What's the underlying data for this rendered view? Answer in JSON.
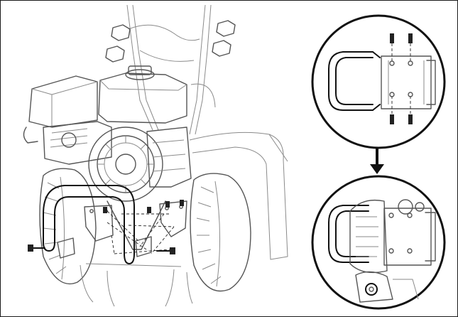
{
  "figure": {
    "main_view": "tiller-front-guard-assembly",
    "detail_top": "guard-bracket-bolts-detail",
    "detail_bottom": "guard-installed-detail",
    "arrow_direction": "down",
    "colors": {
      "frame": "#1a1a1a",
      "line_light": "#8a8a8a",
      "line_mid": "#555555",
      "line_dark": "#111111",
      "background": "#ffffff"
    }
  }
}
